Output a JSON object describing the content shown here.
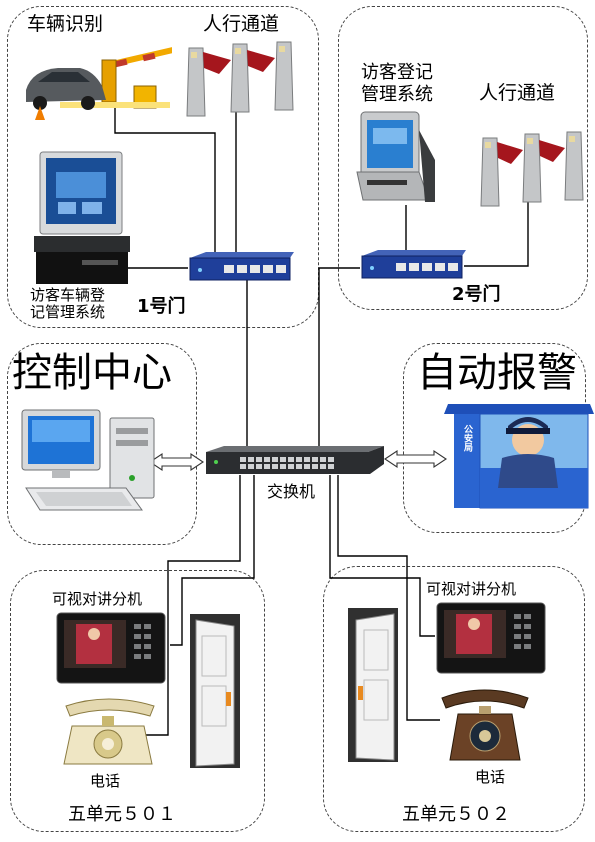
{
  "gate1": {
    "vehicle_recognition": "车辆识别",
    "pedestrian_channel": "人行通道",
    "visitor_vehicle_system_line1": "访客车辆登",
    "visitor_vehicle_system_line2": "记管理系统",
    "gate_label": "1号门"
  },
  "gate2": {
    "visitor_registration_line1": "访客登记",
    "visitor_registration_line2": "管理系统",
    "pedestrian_channel": "人行通道",
    "gate_label": "2号门"
  },
  "control_center": {
    "title": "控制中心"
  },
  "auto_alarm": {
    "title": "自动报警",
    "booth_sign": "公安局"
  },
  "switch": {
    "label": "交换机"
  },
  "unit501": {
    "intercom_label": "可视对讲分机",
    "phone_label": "电话",
    "unit_label": "五单元５０１"
  },
  "unit502": {
    "intercom_label": "可视对讲分机",
    "phone_label": "电话",
    "unit_label": "五单元５０２"
  },
  "colors": {
    "hub_blue": "#1f3f9a",
    "turnstile_red": "#a5161d",
    "screen_blue": "#2a7fd0",
    "dashed_border": "#444444",
    "wire": "#000000"
  }
}
